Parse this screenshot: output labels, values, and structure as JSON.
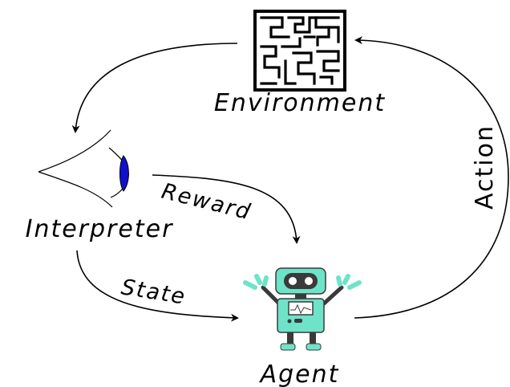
{
  "labels": {
    "environment": "Environment",
    "interpreter": "Interpreter",
    "agent": "Agent",
    "reward": "Reward",
    "state": "State",
    "action": "Action"
  },
  "colors": {
    "stroke": "#000000",
    "robot_body": "#6ee3c8",
    "robot_dark": "#3a3a3a",
    "eye_iris": "#1010cc",
    "maze": "#000000"
  },
  "icons": {
    "environment": "maze-icon",
    "interpreter": "eye-icon",
    "agent": "robot-icon"
  }
}
